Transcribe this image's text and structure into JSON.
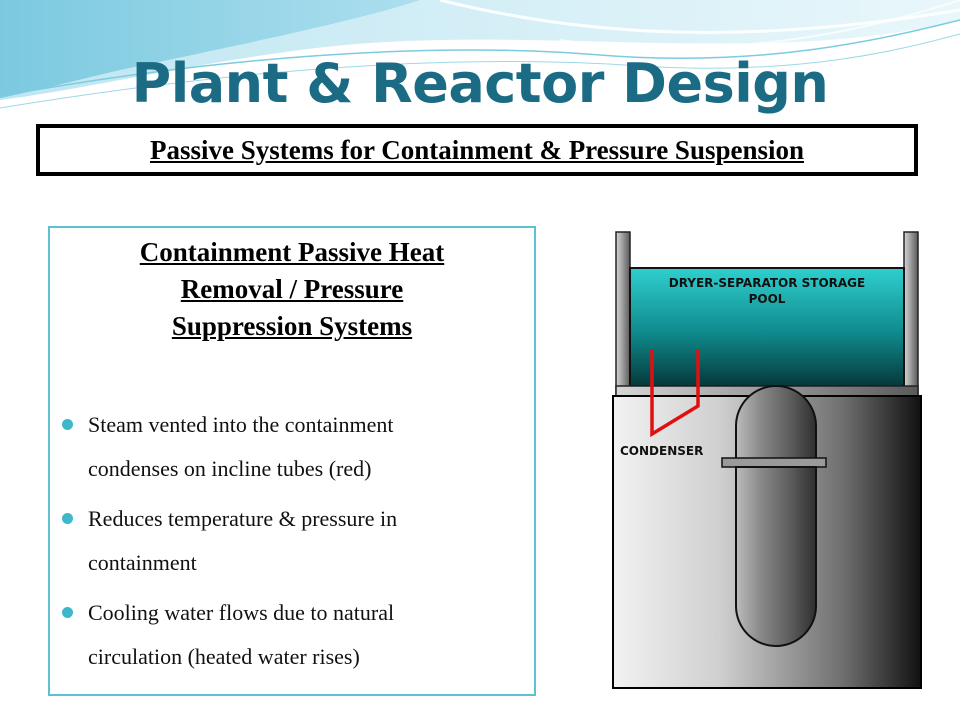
{
  "slide": {
    "title": "Plant & Reactor Design",
    "subtitle": "Passive Systems for Containment & Pressure Suspension"
  },
  "panel": {
    "heading_lines": [
      "Containment Passive Heat",
      "Removal / Pressure",
      "Suppression Systems"
    ],
    "bullets": [
      {
        "lines": [
          "Steam vented into the containment",
          "condenses on incline tubes (red)"
        ]
      },
      {
        "lines": [
          "Reduces temperature & pressure in",
          "containment"
        ]
      },
      {
        "lines": [
          "Cooling water flows due to natural",
          "circulation (heated water rises)"
        ]
      }
    ]
  },
  "diagram": {
    "pool_label_line1": "DRYER-SEPARATOR STORAGE",
    "pool_label_line2": "POOL",
    "condenser_label": "CONDENSER",
    "colors": {
      "title": "#1b6b85",
      "pool_top": "#2fcfcf",
      "pool_bottom": "#06393b",
      "condenser_tubes": "#e01010",
      "accent_bullet": "#3fb6c9",
      "panel_border": "#5fc0cf"
    }
  }
}
